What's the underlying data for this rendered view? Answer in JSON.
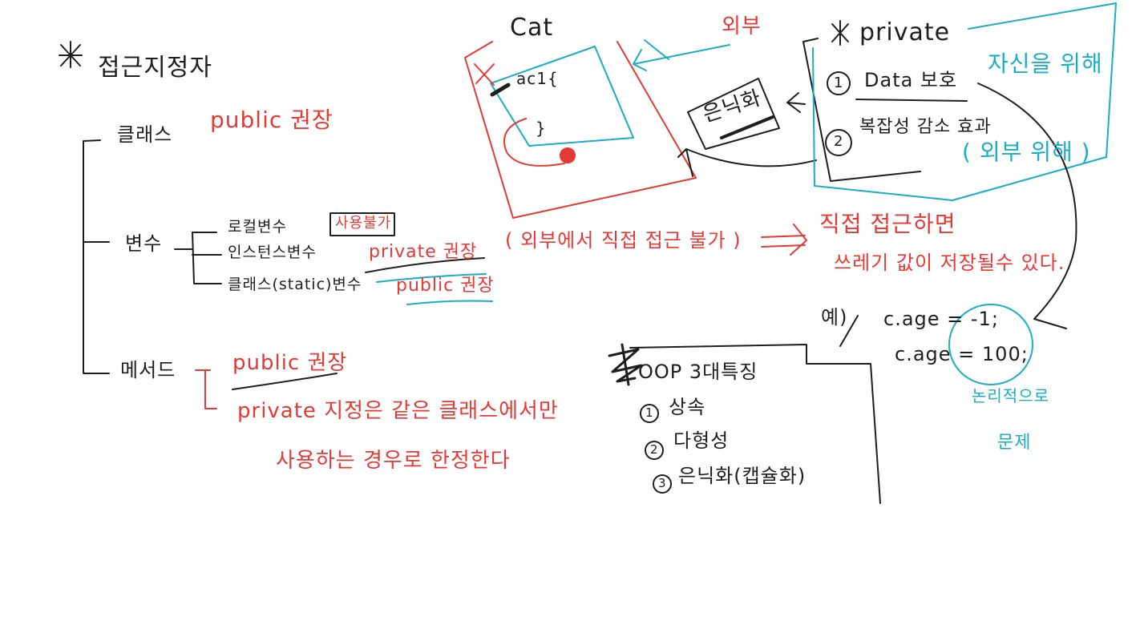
{
  "colors": {
    "ink": "#1e1e1e",
    "red": "#e53935",
    "teal": "#1aaec4",
    "background": "#ffffff"
  },
  "notes": {
    "title": "접근지정자",
    "class_label": "클래스",
    "class_note": "public 권장",
    "variables_label": "변수",
    "local_var": "로컬변수",
    "local_note": "사용불가",
    "instance_var": "인스턴스변수",
    "instance_note": "private 권장",
    "instance_reason": "( 외부에서 직접 접근 불가 )",
    "direct_access_1": "직접 접근하면",
    "direct_access_2": "쓰레기 값이 저장될수 있다.",
    "static_var": "클래스(static)변수",
    "static_note": "public 권장",
    "method_label": "메서드",
    "method_note": "public 권장",
    "method_private_1": "private 지정은 같은 클래스에서만",
    "method_private_2": "사용하는 경우로 한정한다",
    "cat_label": "Cat",
    "cat_field": "ac1{",
    "cat_brace": "}",
    "outside_label": "외부",
    "encapsulation": "은닉화",
    "private_title": "private",
    "private_item1": "Data 보호",
    "private_item2": "복잡성 감소 효과",
    "private_self": "자신을 위해",
    "private_outside": "( 외부 위해 )",
    "example_label": "예)",
    "example_line1": "c.age = -1;",
    "example_line2": "c.age = 100;",
    "logic_error_1": "논리적으로",
    "logic_error_2": "문제",
    "oop_title": "OOP 3대특징",
    "oop_item1": "상속",
    "oop_item2": "다형성",
    "oop_item3": "은닉화(캡슐화)"
  }
}
